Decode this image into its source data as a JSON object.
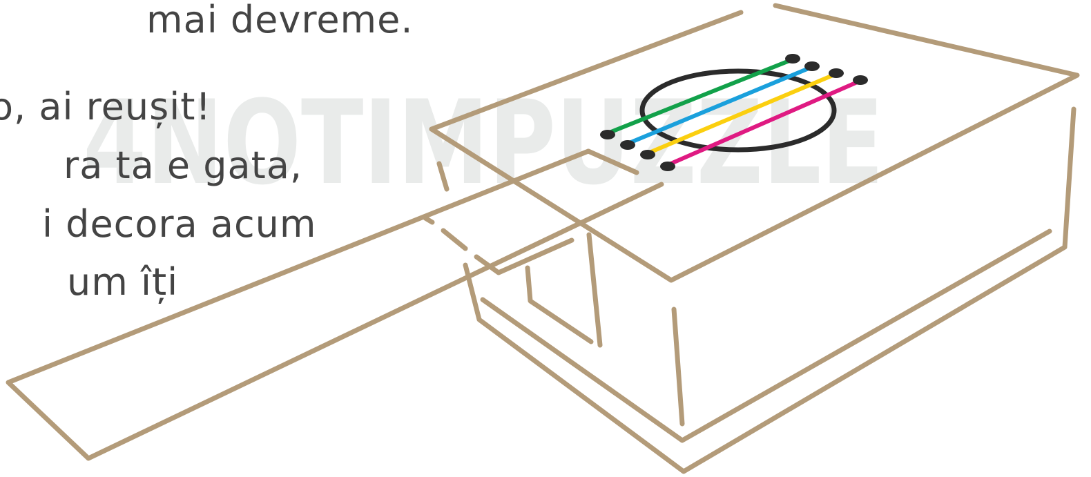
{
  "watermark": {
    "text": "4NOTIMPUZZLE",
    "color": "#e9ebea"
  },
  "instructions": {
    "lines": [
      "mai devreme.",
      "o, ai reușit!",
      "ra ta e gata,",
      "i decora acum",
      "um îți",
      "!"
    ]
  },
  "illustration": {
    "box_outline_color": "#b39b79",
    "soundhole_color": "#2b2b2b",
    "strings": [
      {
        "name": "green-string",
        "color": "#12a14a"
      },
      {
        "name": "blue-string",
        "color": "#1aa0dc"
      },
      {
        "name": "yellow-string",
        "color": "#fbcf0f"
      },
      {
        "name": "magenta-string",
        "color": "#df1a82"
      }
    ],
    "string_end_color": "#2b2b2b"
  }
}
